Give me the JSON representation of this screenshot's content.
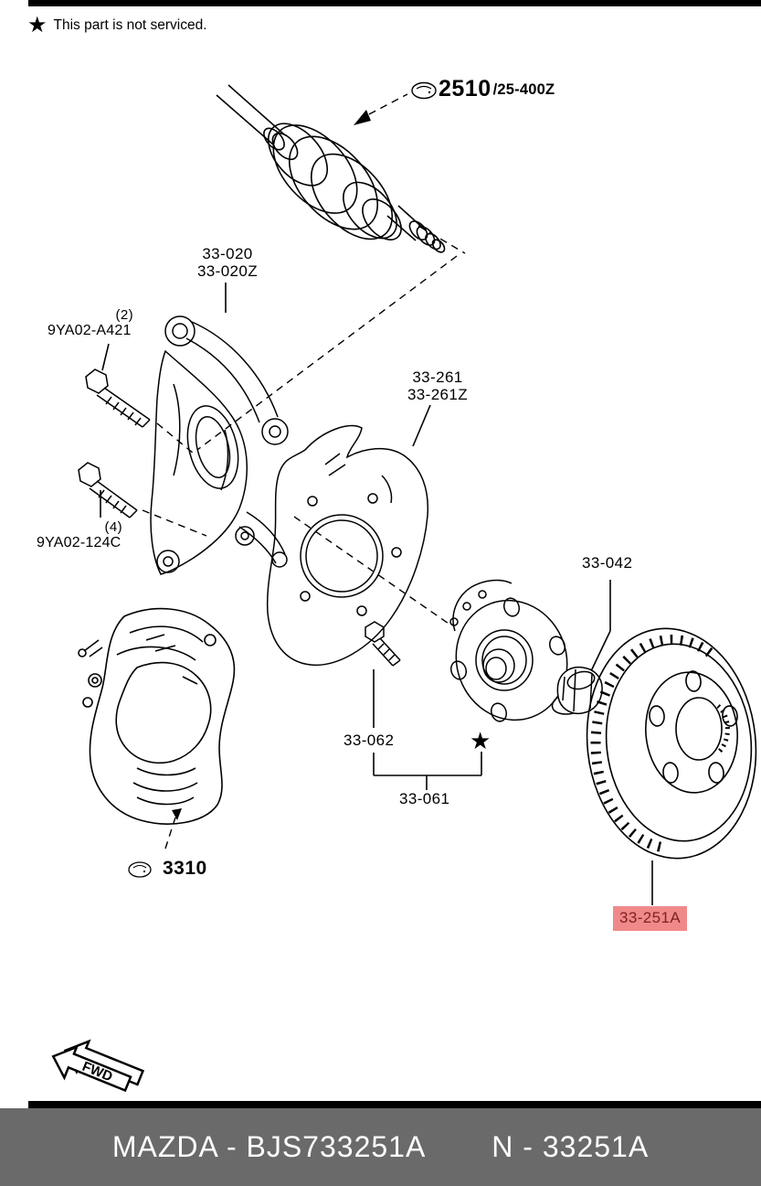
{
  "notice": {
    "star": "★",
    "text": "This part is not serviced."
  },
  "labels": {
    "axle": {
      "code": "2510",
      "suffix": "/25-400Z"
    },
    "knuckle": {
      "line1": "33-020",
      "line2": "33-020Z"
    },
    "bolt_upper": {
      "qty": "(2)",
      "code": "9YA02-A421"
    },
    "shield": {
      "line1": "33-261",
      "line2": "33-261Z"
    },
    "bolt_lower": {
      "qty": "(4)",
      "code": "9YA02-124C"
    },
    "hub_nut": {
      "code": "33-042"
    },
    "hub_bolt": {
      "code": "33-062"
    },
    "hub_star": "★",
    "hub_assembly": {
      "code": "33-061"
    },
    "caliper": {
      "code": "3310"
    },
    "disc": {
      "code": "33-251A"
    }
  },
  "fwd_marker": {
    "text": "FWD"
  },
  "footer": {
    "left": "MAZDA - BJS733251A",
    "right": "N - 33251A"
  },
  "icons": {
    "reference": "oval-reference-badge",
    "star": "★",
    "fwd": "forward-direction-arrow"
  },
  "colors": {
    "highlight_bg": "#f08a8a",
    "highlight_text": "#7c2222",
    "footer_bg": "#6a6a6a",
    "footer_text": "#ffffff",
    "line": "#000000"
  }
}
